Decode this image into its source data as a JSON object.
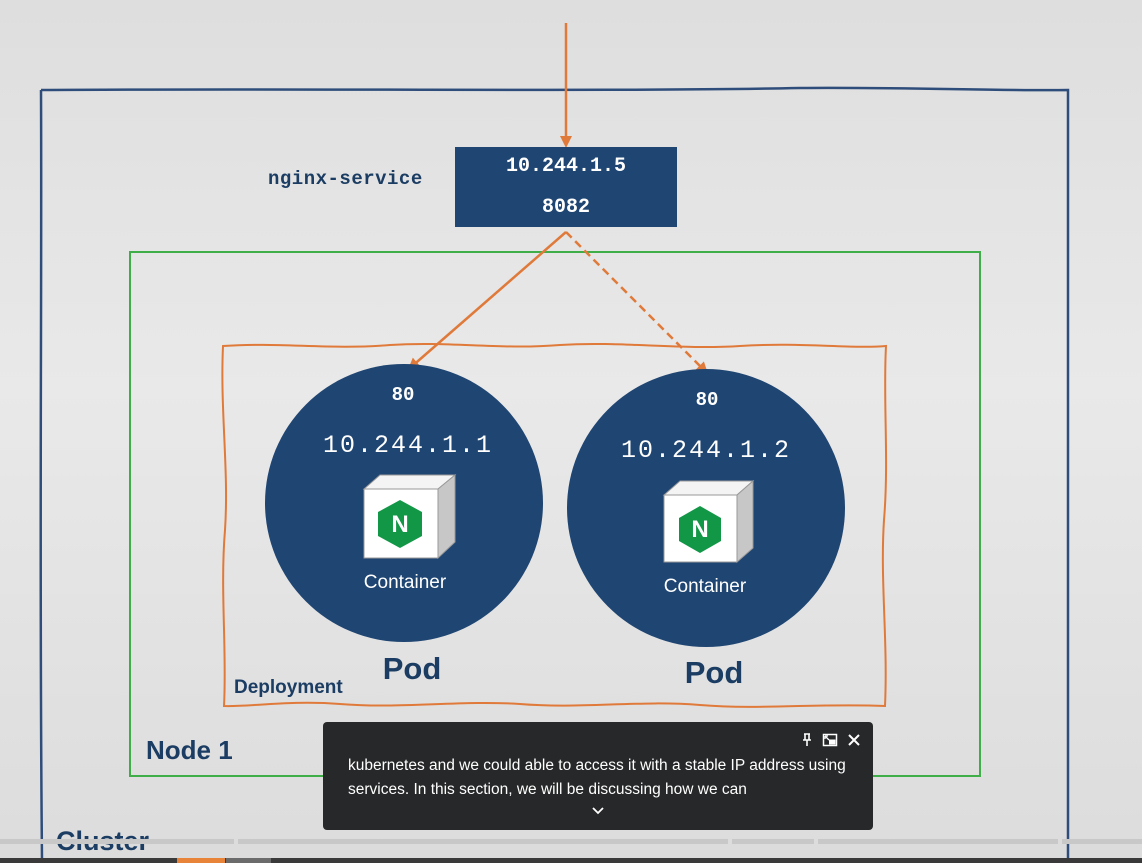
{
  "diagram": {
    "service": {
      "name": "nginx-service",
      "ip": "10.244.1.5",
      "port": "8082"
    },
    "pods": [
      {
        "port": "80",
        "ip": "10.244.1.1",
        "container_label": "Container",
        "label": "Pod"
      },
      {
        "port": "80",
        "ip": "10.244.1.2",
        "container_label": "Container",
        "label": "Pod"
      }
    ],
    "deployment_label": "Deployment",
    "node_label": "Node 1",
    "cluster_label": "Cluster",
    "nginx_logo_letter": "N",
    "colors": {
      "navy": "#1f4572",
      "orange": "#e07a3a",
      "green": "#3fae49",
      "cluster_border": "#2f4d7a",
      "nginx_green": "#129747"
    }
  },
  "captions": {
    "text": "kubernetes and we could able to access it with a stable IP address using services. In this section, we will be discussing how we can",
    "pin_icon": "pin-icon",
    "popout_icon": "popout-icon",
    "close_icon": "close-icon",
    "expand_icon": "chevron-down-icon"
  },
  "player": {
    "progress_color": "#e8833a"
  }
}
